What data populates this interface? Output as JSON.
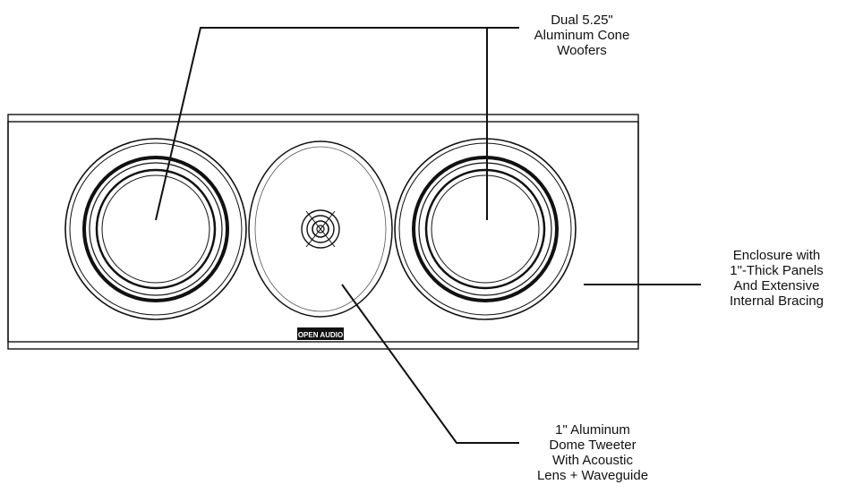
{
  "callouts": {
    "woofers": {
      "lines": [
        "Dual 5.25\"",
        "Aluminum Cone",
        "Woofers"
      ]
    },
    "tweeter": {
      "lines": [
        "1\" Aluminum",
        "Dome Tweeter",
        "With Acoustic",
        "Lens + Waveguide"
      ]
    },
    "enclosure": {
      "lines": [
        "Enclosure with",
        "1\"-Thick Panels",
        "And Extensive",
        "Internal Bracing"
      ]
    }
  },
  "colors": {
    "line": "#111111",
    "background": "#ffffff",
    "cone_fill": "#ffffff"
  },
  "logo": {
    "text": "OPEN AUDIO",
    "icon": "brand-logo"
  }
}
